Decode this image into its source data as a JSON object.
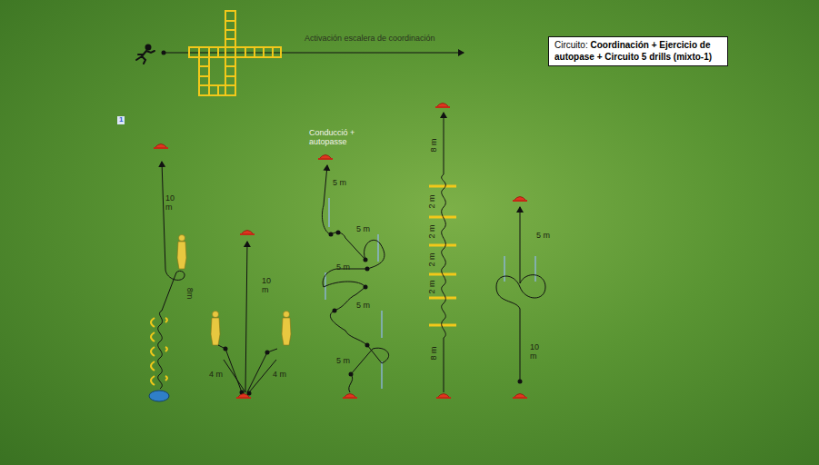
{
  "diagram": {
    "nodes": [
      {
        "text": [
          "Circuito:",
          "Coordinación + Ejercicio de autopase + Circuito 5 drills (mixto-1)"
        ]
      }
    ],
    "labels": [
      "1",
      "Activación escalera de coordinación",
      "Conducció + autopasse",
      "10 m",
      "8m",
      "10 m",
      "4 m",
      "4 m",
      "5 m",
      "5 m",
      "5 m",
      "5 m",
      "5 m",
      "8 m",
      "2 m",
      "2 m",
      "2 m",
      "2 m",
      "8 m",
      "5 m",
      "10 m"
    ]
  }
}
